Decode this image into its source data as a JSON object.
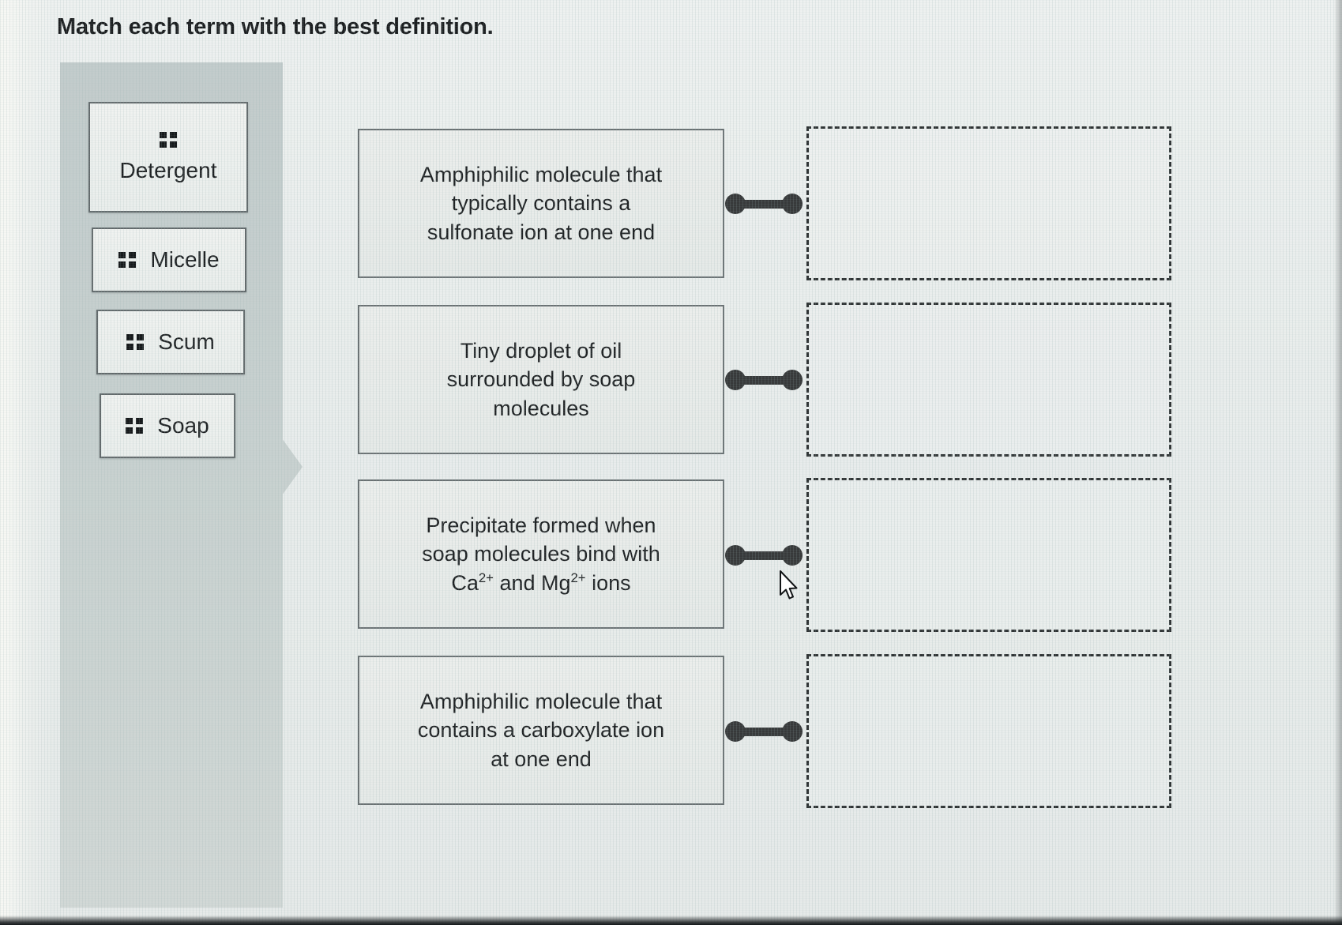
{
  "page": {
    "instruction": "Match each term with the best definition."
  },
  "term_panel": {
    "handle_icon": "drag-handle-icon",
    "terms": [
      {
        "label": "Detergent"
      },
      {
        "label": "Micelle"
      },
      {
        "label": "Scum"
      },
      {
        "label": "Soap"
      }
    ]
  },
  "definitions": [
    {
      "line1": "Amphiphilic molecule that",
      "line2": "typically contains a",
      "line3": "sulfonate ion at one end"
    },
    {
      "line1": "Tiny droplet of oil",
      "line2": "surrounded by soap",
      "line3": "molecules"
    },
    {
      "line1": "Precipitate formed when",
      "line2": "soap molecules bind with",
      "line3_pre": "Ca",
      "line3_sup1": "2+",
      "line3_mid": " and Mg",
      "line3_sup2": "2+",
      "line3_post": " ions"
    },
    {
      "line1": "Amphiphilic molecule that",
      "line2": "contains a carboxylate ion",
      "line3": "at one end"
    }
  ],
  "drop_zones": [
    {
      "content": ""
    },
    {
      "content": ""
    },
    {
      "content": ""
    },
    {
      "content": ""
    }
  ],
  "colors": {
    "panel_background": "#c7d0cf",
    "card_border": "#62696b",
    "card_background": "#eceeec",
    "connector": "#37393a",
    "drop_zone_border": "#2f3334",
    "text": "#1d2022",
    "page_background": "#e9edec"
  }
}
